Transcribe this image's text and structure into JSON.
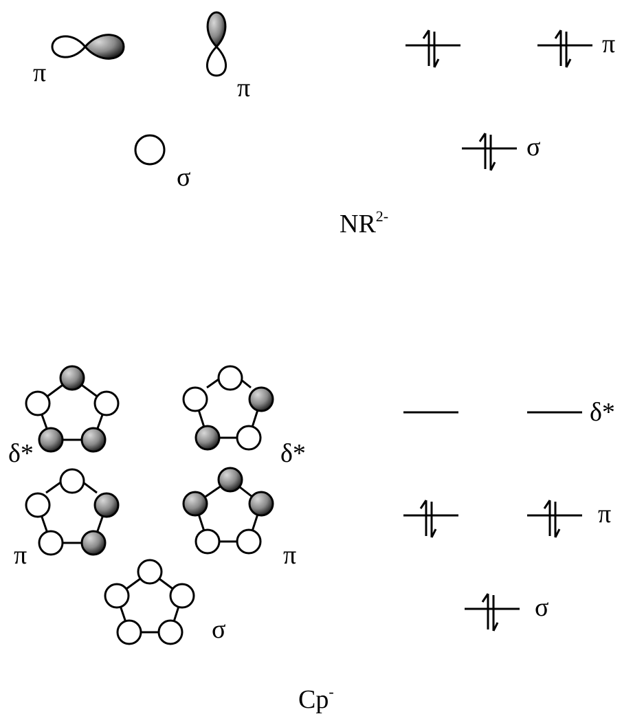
{
  "nr": {
    "orbital_labels": [
      "π",
      "π",
      "σ"
    ],
    "level_labels": {
      "pi": "π",
      "sigma": "σ"
    },
    "species_base": "NR",
    "species_charge": "2-"
  },
  "cp": {
    "orbital_labels": [
      "δ*",
      "δ*",
      "π",
      "π",
      "σ"
    ],
    "level_labels": {
      "delta": "δ*",
      "pi": "π",
      "sigma": "σ"
    },
    "species_base": "Cp",
    "species_charge": "-"
  },
  "colors": {
    "ink": "#000000",
    "lobe_shaded": "#8a8a8a",
    "lobe_open": "#ffffff"
  }
}
